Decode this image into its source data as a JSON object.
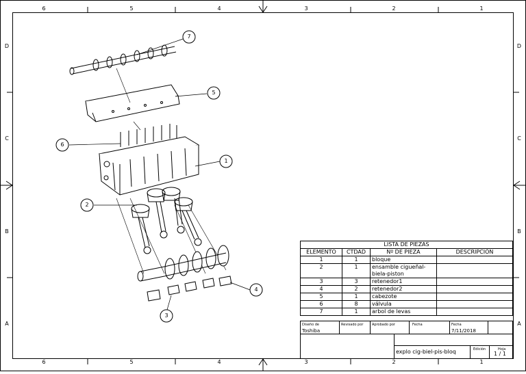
{
  "border": {
    "columns": [
      "6",
      "5",
      "4",
      "3",
      "2",
      "1"
    ],
    "rows": [
      "D",
      "C",
      "B",
      "A"
    ]
  },
  "balloons": [
    "7",
    "5",
    "6",
    "1",
    "2",
    "4",
    "3"
  ],
  "parts_list": {
    "title": "LISTA DE PIEZAS",
    "headers": [
      "ELEMENTO",
      "CTDAD",
      "Nº DE PIEZA",
      "DESCRIPCIÓN"
    ],
    "rows": [
      {
        "item": "1",
        "qty": "1",
        "part": "bloque",
        "desc": ""
      },
      {
        "item": "2",
        "qty": "1",
        "part": "ensamble cigueñal-biela-piston",
        "desc": ""
      },
      {
        "item": "3",
        "qty": "3",
        "part": "retenedor1",
        "desc": ""
      },
      {
        "item": "4",
        "qty": "2",
        "part": "retenedor2",
        "desc": ""
      },
      {
        "item": "5",
        "qty": "1",
        "part": "cabezote",
        "desc": ""
      },
      {
        "item": "6",
        "qty": "8",
        "part": "válvula",
        "desc": ""
      },
      {
        "item": "7",
        "qty": "1",
        "part": "arbol de levas",
        "desc": ""
      }
    ]
  },
  "title_block": {
    "designer_label": "Diseño de",
    "designer": "Toshiba",
    "reviewed_label": "Revisado por",
    "approved_label": "Aprobado por",
    "date_label": "Fecha",
    "date_label2": "Fecha",
    "date": "7/11/2018",
    "drawing_name": "explo cig-biel-pis-bloq",
    "edition_label": "Edición",
    "sheet_label": "Hoja",
    "sheet": "1 / 1"
  }
}
